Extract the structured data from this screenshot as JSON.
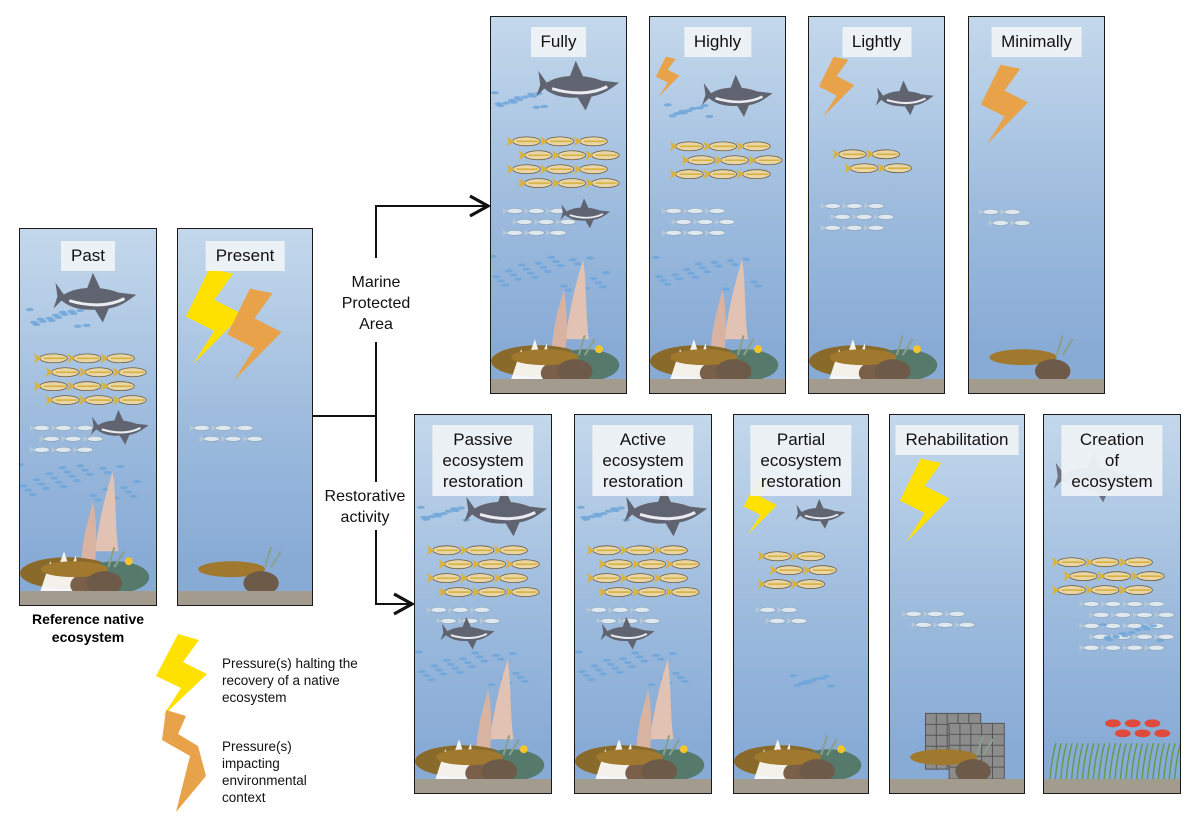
{
  "colors": {
    "water_top": "#c4d8ec",
    "water_bottom": "#88abd6",
    "seafloor": "#a39b8e",
    "pressure_halting": "#ffe100",
    "pressure_context": "#e8a24a",
    "shark": "#5f6470"
  },
  "panels": {
    "past": "Past",
    "present": "Present",
    "fully": "Fully",
    "highly": "Highly",
    "lightly": "Lightly",
    "minimally": "Minimally",
    "passive": "Passive\necosystem\nrestoration",
    "active": "Active\necosystem\nrestoration",
    "partial": "Partial\necosystem\nrestoration",
    "rehabilitation": "Rehabilitation",
    "creation": "Creation of\necosystem"
  },
  "branches": {
    "mpa": "Marine\nProtected\nArea",
    "restorative": "Restorative\nactivity"
  },
  "reference_caption": "Reference native\necosystem",
  "legend": {
    "halting": "Pressure(s) halting the\nrecovery of a native\necosystem",
    "context": "Pressure(s)\nimpacting\nenvironmental\ncontext"
  }
}
